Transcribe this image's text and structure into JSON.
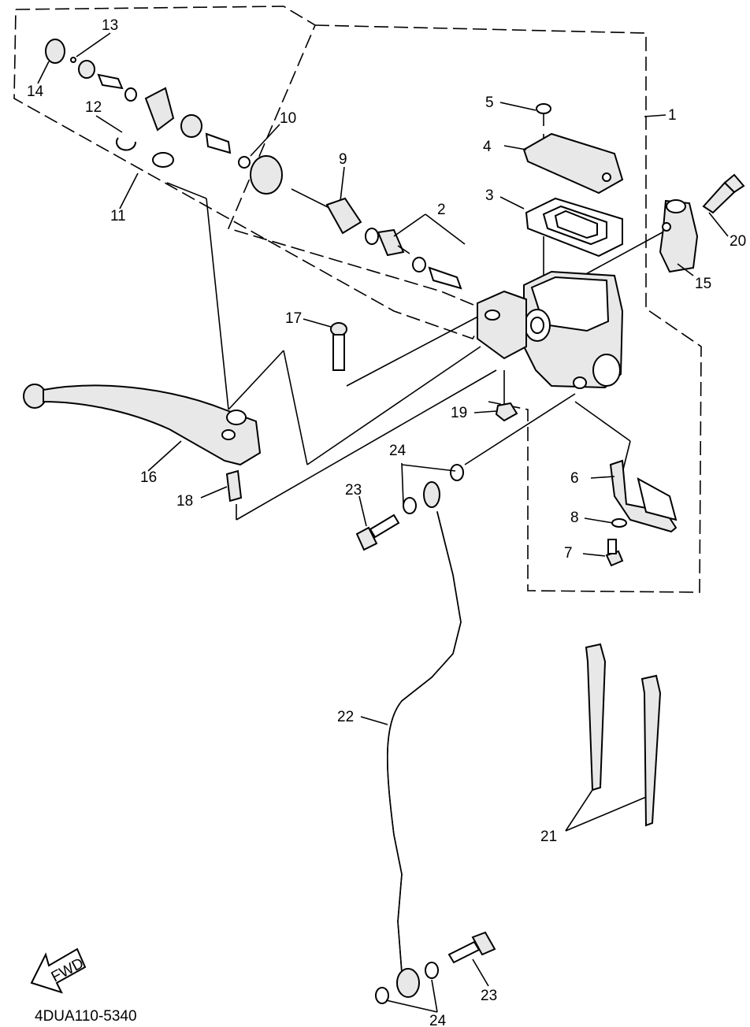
{
  "diagram_code": "4DUA110-5340",
  "fwd_label": "FWD",
  "callouts": {
    "c1": "1",
    "c2": "2",
    "c3": "3",
    "c4": "4",
    "c5": "5",
    "c6": "6",
    "c7": "7",
    "c8": "8",
    "c9": "9",
    "c10": "10",
    "c11": "11",
    "c12": "12",
    "c13": "13",
    "c14": "14",
    "c15": "15",
    "c16": "16",
    "c17": "17",
    "c18": "18",
    "c19": "19",
    "c20": "20",
    "c21": "21",
    "c22": "22",
    "c23a": "23",
    "c23b": "23",
    "c24a": "24",
    "c24b": "24"
  }
}
